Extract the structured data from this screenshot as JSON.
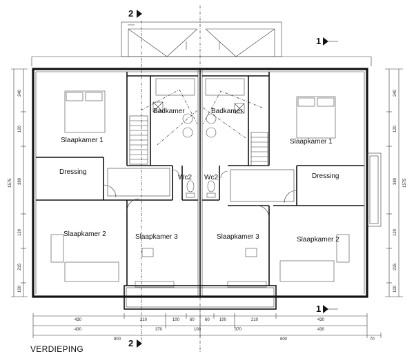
{
  "title": "VERDIEPING",
  "section_markers": {
    "top_left": "2",
    "bottom_left": "2",
    "top_right": "1",
    "bottom_right": "1"
  },
  "rooms": {
    "left": {
      "slaapkamer1": "Slaapkamer 1",
      "dressing": "Dressing",
      "slaapkamer2": "Slaapkamer 2",
      "slaapkamer3": "Slaapkamer 3",
      "badkamer": "Badkamer",
      "wc": "Wc2"
    },
    "right": {
      "slaapkamer1": "Slaapkamer 1",
      "dressing": "Dressing",
      "slaapkamer2": "Slaapkamer 2",
      "slaapkamer3": "Slaapkamer 3",
      "badkamer": "Badkamer",
      "wc": "Wc2"
    }
  },
  "dimensions": {
    "bottom_row1": [
      "430",
      "210",
      "100",
      "60",
      "60",
      "100",
      "210",
      "430"
    ],
    "bottom_row2": [
      "430",
      "370",
      "100",
      "370",
      "430"
    ],
    "bottom_row3": [
      "800",
      "800",
      "70"
    ],
    "left_side": [
      "240",
      "120",
      "380",
      "120",
      "215",
      "100"
    ],
    "left_total": "1575",
    "right_side": [
      "240",
      "120",
      "380",
      "120",
      "215",
      "100"
    ],
    "right_total": "1575"
  }
}
